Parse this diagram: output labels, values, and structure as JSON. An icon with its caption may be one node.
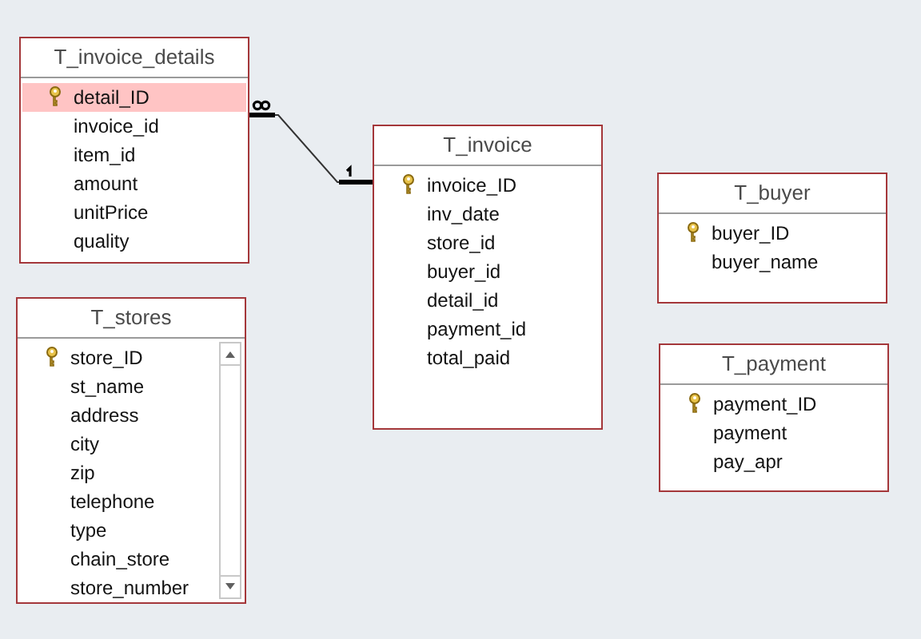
{
  "diagram": {
    "nodes": [
      {
        "text": [
          "T_invoice_details",
          "detail_ID",
          "invoice_id",
          "item_id",
          "amount",
          "unitPrice",
          "quality"
        ]
      },
      {
        "text": [
          "T_stores",
          "store_ID",
          "st_name",
          "address",
          "city",
          "zip",
          "telephone",
          "type",
          "chain_store",
          "store_number"
        ]
      },
      {
        "text": [
          "T_invoice",
          "invoice_ID",
          "inv_date",
          "store_id",
          "buyer_id",
          "detail_id",
          "payment_id",
          "total_paid"
        ]
      },
      {
        "text": [
          "T_buyer",
          "buyer_ID",
          "buyer_name"
        ]
      },
      {
        "text": [
          "T_payment",
          "payment_ID",
          "payment",
          "pay_apr"
        ]
      }
    ],
    "edges": [
      {
        "from": 0,
        "to": 2,
        "arrow": "other"
      }
    ]
  }
}
